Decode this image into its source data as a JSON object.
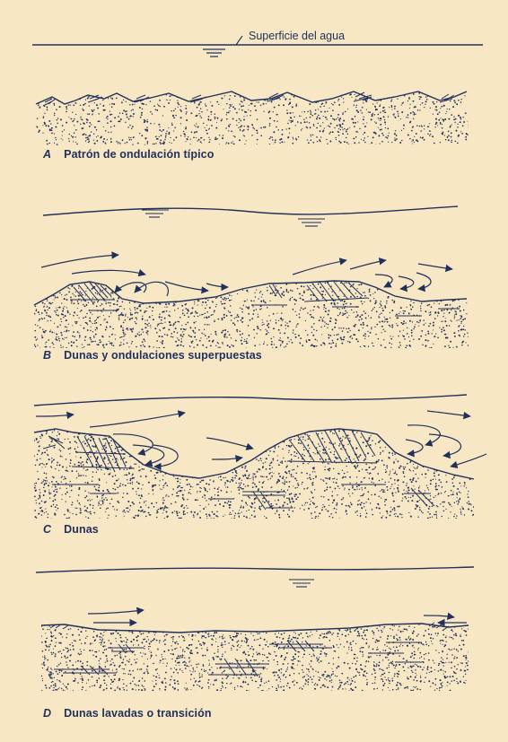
{
  "surface_label": "Superficie del agua",
  "panels": [
    {
      "letter": "A",
      "caption": "Patrón de ondulación típico"
    },
    {
      "letter": "B",
      "caption": "Dunas y ondulaciones superpuestas"
    },
    {
      "letter": "C",
      "caption": "Dunas"
    },
    {
      "letter": "D",
      "caption": "Dunas lavadas o transición"
    }
  ],
  "colors": {
    "background": "#f7e7c4",
    "ink": "#22315c"
  }
}
